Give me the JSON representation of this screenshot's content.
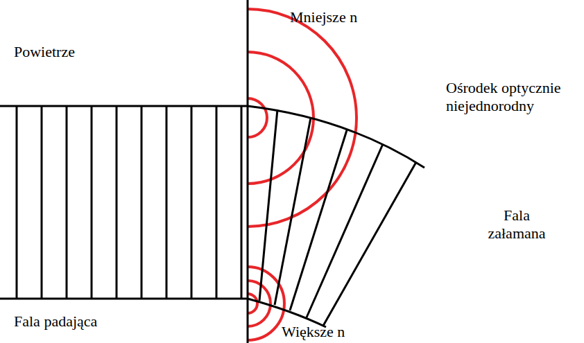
{
  "diagram": {
    "labels": [
      "Mniejsze n",
      "Powietrze",
      "Ośrodek optycznie niejednorodny",
      "Fala załamana",
      "Fala padająca",
      "Większe n"
    ]
  }
}
